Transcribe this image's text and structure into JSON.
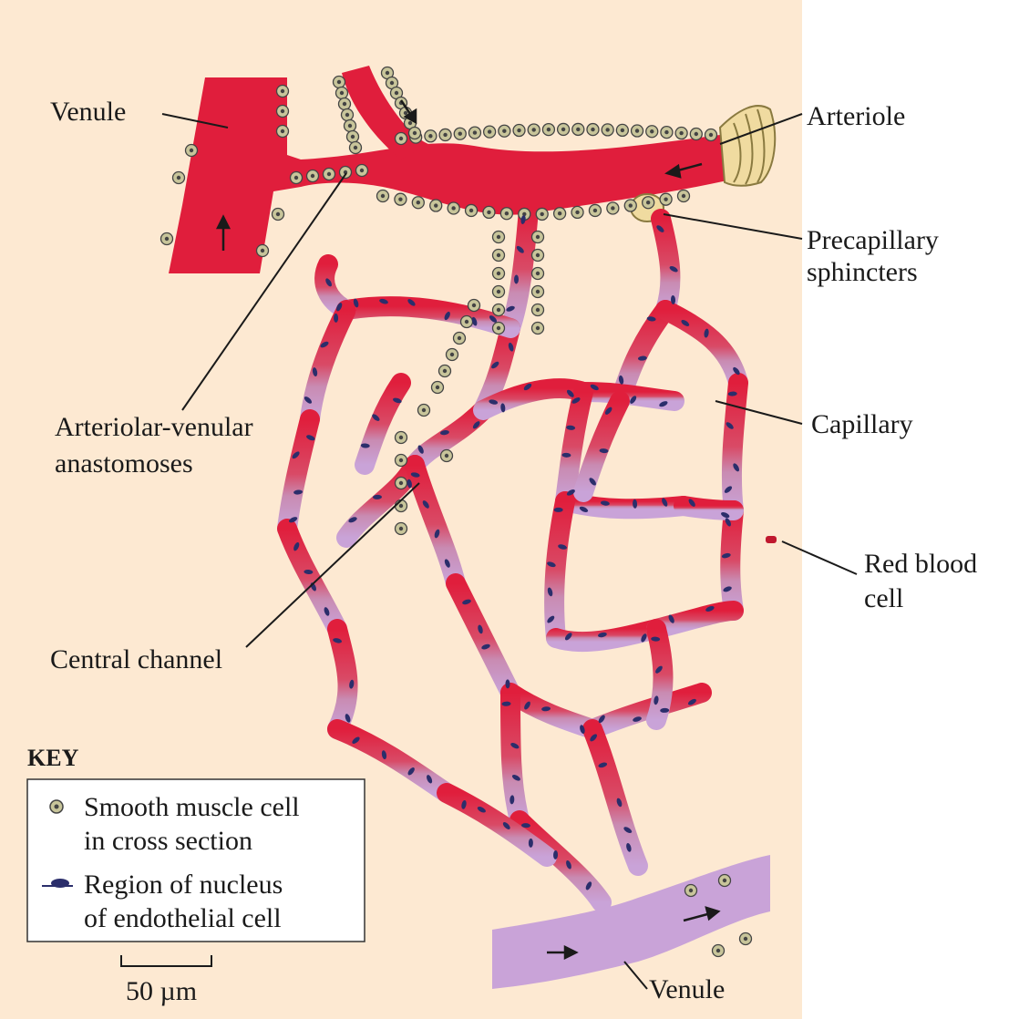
{
  "labels": {
    "venule_top": "Venule",
    "arteriole": "Arteriole",
    "precapillary_1": "Precapillary",
    "precapillary_2": "sphincters",
    "av_1": "Arteriolar-venular",
    "av_2": "anastomoses",
    "capillary": "Capillary",
    "rbc_1": "Red blood",
    "rbc_2": "cell",
    "central_channel": "Central channel",
    "venule_bottom": "Venule"
  },
  "key": {
    "title": "KEY",
    "smooth_muscle_1": "Smooth muscle cell",
    "smooth_muscle_2": "in cross section",
    "nucleus_1": "Region of nucleus",
    "nucleus_2": "of endothelial cell"
  },
  "scale_bar": "50 µm",
  "colors": {
    "background": "#fde9d2",
    "arterial": "#e01e3c",
    "venous": "#c9a3d8",
    "nucleus": "#2b2e6b",
    "smooth_muscle": "#c8c59a",
    "sphincter": "#f0dba0"
  }
}
